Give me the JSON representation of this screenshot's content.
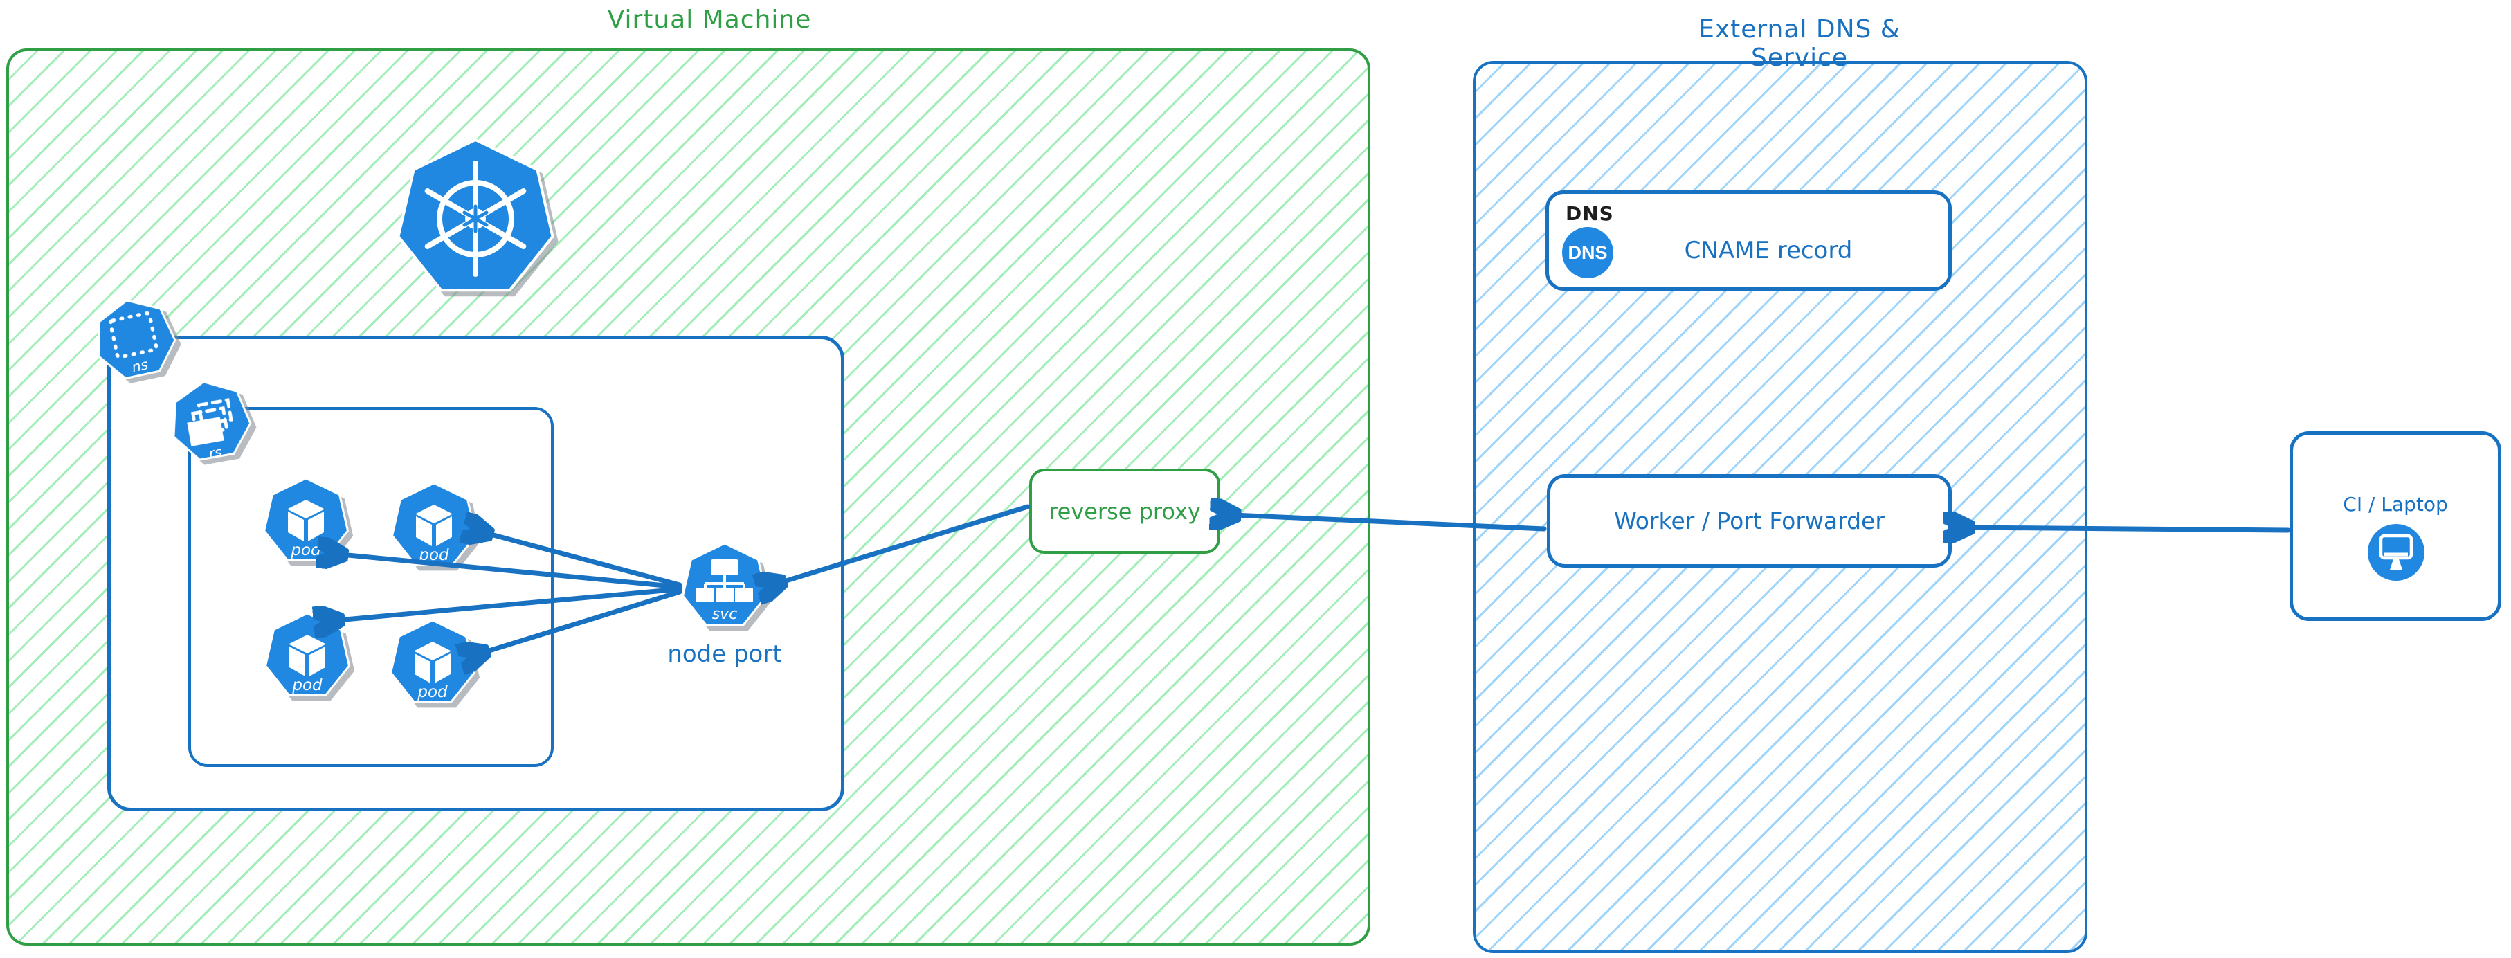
{
  "palette": {
    "green": "#2f9e44",
    "green_hatch": "#8ce99a",
    "blue": "#1971c2",
    "blue_hatch": "#8ecdfa",
    "icon_blue": "#2088e0",
    "text_black": "#1e1e1e",
    "white": "#ffffff"
  },
  "vm_region": {
    "title": "Virtual Machine",
    "kubernetes_logo": "kubernetes",
    "namespace_icon_label": "ns",
    "replicaset_icon_label": "rs",
    "service_icon_label": "svc",
    "service_caption": "node port",
    "pods": [
      {
        "label": "pod"
      },
      {
        "label": "pod"
      },
      {
        "label": "pod"
      },
      {
        "label": "pod"
      }
    ],
    "reverse_proxy_label": "reverse proxy"
  },
  "external_region": {
    "title": "External DNS & Service",
    "dns_card": {
      "tag": "DNS",
      "icon_label": "DNS",
      "label": "CNAME record"
    },
    "worker_card": {
      "label": "Worker / Port Forwarder"
    }
  },
  "client_card": {
    "label": "CI / Laptop"
  }
}
